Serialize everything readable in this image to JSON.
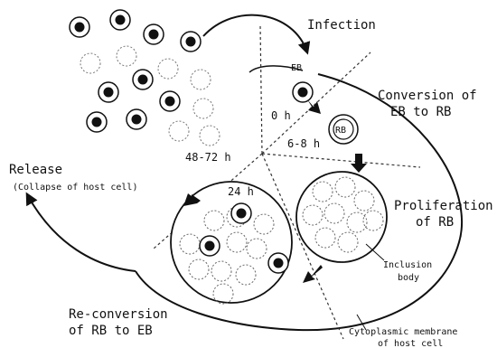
{
  "labels": {
    "infection": "Infection",
    "eb": "EB",
    "time_0": "0 h",
    "conversion_line1": "Conversion of",
    "conversion_line2": "EB to RB",
    "rb": "RB",
    "time_6_8": "6-8 h",
    "time_48_72": "48-72 h",
    "release": "Release",
    "release_note": "(Collapse of host cell)",
    "time_24": "24 h",
    "proliferation_line1": "Proliferation",
    "proliferation_line2": "of RB",
    "inclusion_line1": "Inclusion",
    "inclusion_line2": "body",
    "reconversion_line1": "Re-conversion",
    "reconversion_line2": "of RB to EB",
    "membrane_line1": "Cytoplasmic membrane",
    "membrane_line2": "of host cell"
  },
  "stages": [
    {
      "time": "0 h",
      "event": "Infection"
    },
    {
      "time": "0 h",
      "event": "Conversion of EB to RB"
    },
    {
      "time": "6-8 h",
      "event": "Proliferation of RB"
    },
    {
      "time": "24 h",
      "event": "Re-conversion of RB to EB"
    },
    {
      "time": "48-72 h",
      "event": "Release (Collapse of host cell)"
    }
  ],
  "colors": {
    "ink": "#111111",
    "background": "#ffffff",
    "dashed_ink": "#333333"
  }
}
